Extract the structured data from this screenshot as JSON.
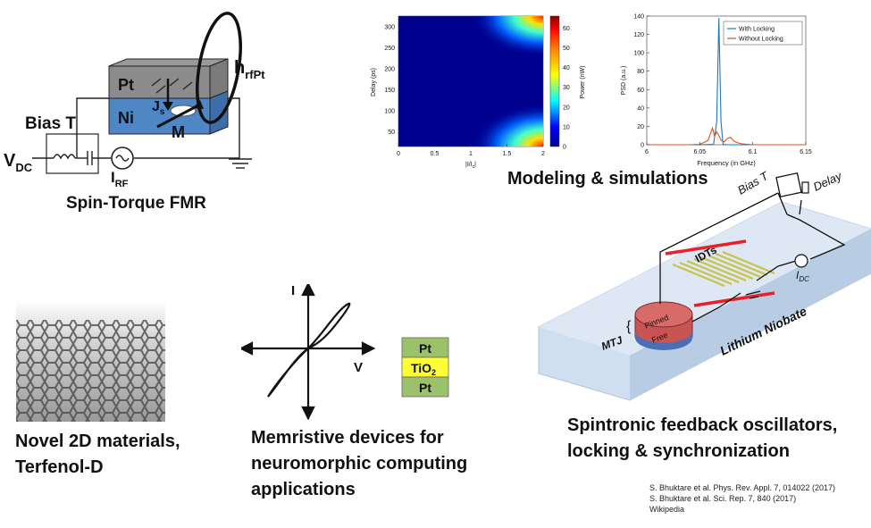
{
  "panels": {
    "fmr": {
      "caption": "Spin-Torque FMR",
      "labels": {
        "pt": "Pt",
        "ni": "Ni",
        "js": "J",
        "js_sub": "s",
        "m": "M",
        "h": "h",
        "h_sub": "rfPt",
        "bias_t": "Bias T",
        "vdc": "V",
        "vdc_sub": "DC",
        "irf": "I",
        "irf_sub": "RF"
      }
    },
    "modeling": {
      "caption": "Modeling & simulations"
    },
    "materials": {
      "caption_line1": "Novel 2D materials,",
      "caption_line2": "Terfenol-D"
    },
    "memristive": {
      "caption_line1": "Memristive devices for",
      "caption_line2": "neuromorphic computing",
      "caption_line3": "applications",
      "axis_i": "I",
      "axis_v": "V",
      "stack": {
        "top": "Pt",
        "middle": "TiO",
        "middle_sub": "2",
        "bottom": "Pt"
      }
    },
    "oscillators": {
      "caption_line1": "Spintronic feedback oscillators,",
      "caption_line2": "locking & synchronization",
      "labels": {
        "bias_t": "Bias T",
        "delay": "Delay",
        "idts": "IDTs",
        "idc": "I",
        "idc_sub": "DC",
        "pinned": "Pinned",
        "free": "Free",
        "mtj": "MTJ",
        "substrate": "Lithium Niobate"
      }
    }
  },
  "heatmap": {
    "ylabel": "Delay (ps)",
    "xlabel": "|I/I",
    "xlabel_sub": "c",
    "xlabel_end": "|",
    "colorbar_label": "Power (nW)",
    "xticks": [
      "0",
      "0.5",
      "1",
      "1.5",
      "2"
    ],
    "yticks": [
      "50",
      "100",
      "150",
      "200",
      "250",
      "300"
    ],
    "cticks": [
      "0",
      "10",
      "20",
      "30",
      "40",
      "50",
      "60"
    ]
  },
  "chart_data": {
    "type": "line",
    "xlabel": "Frequency (in GHz)",
    "ylabel": "PSD (a.u.)",
    "xlim": [
      6.0,
      6.15
    ],
    "ylim": [
      0,
      140
    ],
    "xticks": [
      "6",
      "6.05",
      "6.1",
      "6.15"
    ],
    "yticks": [
      "0",
      "20",
      "40",
      "60",
      "80",
      "100",
      "120",
      "140"
    ],
    "legend": "top-right",
    "series": [
      {
        "name": "With Locking",
        "color": "#1f77b4",
        "x": [
          6.0,
          6.05,
          6.063,
          6.066,
          6.068,
          6.07,
          6.072,
          6.075,
          6.09,
          6.15
        ],
        "y": [
          0,
          0,
          0.5,
          25,
          138,
          25,
          0.5,
          0,
          0,
          0
        ]
      },
      {
        "name": "Without Locking",
        "color": "#d95319",
        "x": [
          6.0,
          6.04,
          6.05,
          6.055,
          6.058,
          6.06,
          6.062,
          6.064,
          6.066,
          6.068,
          6.07,
          6.073,
          6.076,
          6.079,
          6.082,
          6.086,
          6.09,
          6.1,
          6.15
        ],
        "y": [
          0,
          0,
          0.5,
          3,
          5,
          12,
          18,
          9,
          14,
          10,
          5,
          3,
          7,
          8,
          4,
          2,
          1,
          0,
          0
        ]
      }
    ]
  },
  "references": [
    "S. Bhuktare et al. Phys. Rev. Appl. 7, 014022 (2017)",
    "S. Bhuktare et al. Sci. Rep. 7, 840 (2017)",
    "Wikipedia"
  ]
}
